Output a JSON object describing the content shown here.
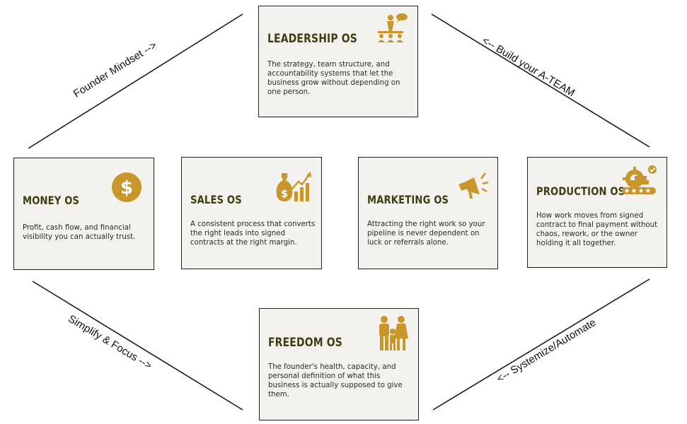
{
  "cards": {
    "leadership": {
      "title": "LEADERSHIP OS",
      "desc": "The strategy, team structure, and accountability systems that let the business grow without depending on one person.",
      "icon": "leader-team-icon"
    },
    "money": {
      "title": "MONEY OS",
      "desc": "Profit, cash flow, and financial visibility you can actually trust.",
      "icon": "dollar-coin-icon"
    },
    "sales": {
      "title": "SALES OS",
      "desc": "A consistent process that converts the right leads into signed contracts at the right margin.",
      "icon": "money-bag-growth-icon"
    },
    "marketing": {
      "title": "MARKETING OS",
      "desc": "Attracting the right work so your pipeline is never dependent on luck or referrals alone.",
      "icon": "megaphone-icon"
    },
    "production": {
      "title": "PRODUCTION OS",
      "desc": "How work moves from signed contract to final payment without chaos, rework, or the owner holding it all together.",
      "icon": "production-gear-icon"
    },
    "freedom": {
      "title": "FREEDOM OS",
      "desc": "The founder's health, capacity, and personal definition of what this business is actually supposed to give them.",
      "icon": "family-icon"
    }
  },
  "edges": {
    "top_left": "Founder Mindset  -->",
    "top_right": "<--  Build your A-TEAM",
    "bottom_left": "Simplify & Focus  -->",
    "bottom_right": "<--  Systemize/Automate"
  },
  "colors": {
    "accent": "#c8962a",
    "title": "#3d3f13",
    "card_bg": "#f3f2ee"
  }
}
